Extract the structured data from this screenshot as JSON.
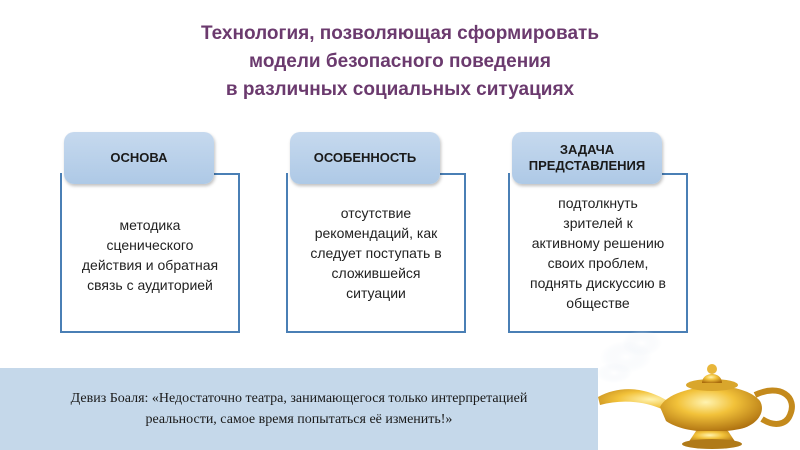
{
  "title": {
    "line1": "Технология, позволяющая сформировать",
    "line2": "модели безопасного поведения",
    "line3": "в различных социальных ситуациях"
  },
  "cards": [
    {
      "heading": "ОСНОВА",
      "text": [
        "методика",
        "сценического",
        "действия и обратная",
        "связь с аудиторией"
      ]
    },
    {
      "heading": "ОСОБЕННОСТЬ",
      "text": [
        "отсутствие",
        "рекомендаций, как",
        "следует поступать в",
        "сложившейся",
        "ситуации"
      ]
    },
    {
      "heading_line1": "ЗАДАЧА",
      "heading_line2": "ПРЕДСТАВЛЕНИЯ",
      "text": [
        "подтолкнуть",
        "зрителей к",
        "активному решению",
        "своих проблем,",
        "поднять дискуссию в",
        "обществе"
      ]
    }
  ],
  "motto": {
    "line1": "Девиз Боаля: «Недостаточно театра, занимающегося только интерпретацией",
    "line2": "реальности, самое время попытаться её изменить!»"
  },
  "colors": {
    "title": "#6b3a6e",
    "border": "#4a7fb5",
    "tab": "#b8d0ea",
    "motto_bg": "#c5d8ea"
  },
  "icons": [
    "magic-lamp-icon"
  ]
}
